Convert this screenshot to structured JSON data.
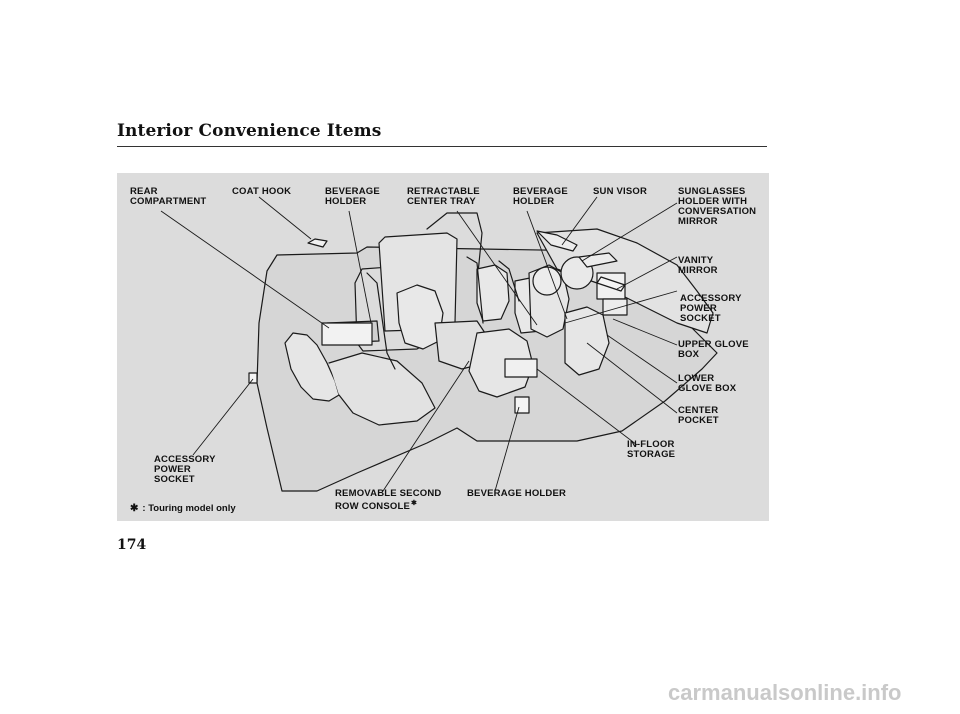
{
  "page": {
    "title": "Interior Convenience Items",
    "page_number": "174",
    "watermark": "carmanualsonline.info"
  },
  "figure": {
    "labels": {
      "rear_compartment": "REAR\nCOMPARTMENT",
      "coat_hook": "COAT HOOK",
      "beverage_holder_1": "BEVERAGE\nHOLDER",
      "retractable_center_tray": "RETRACTABLE\nCENTER TRAY",
      "beverage_holder_2": "BEVERAGE\nHOLDER",
      "sun_visor": "SUN VISOR",
      "sunglasses_holder": "SUNGLASSES\nHOLDER WITH\nCONVERSATION\nMIRROR",
      "vanity_mirror": "VANITY\nMIRROR",
      "accessory_power_socket_front": "ACCESSORY\nPOWER\nSOCKET",
      "upper_glove_box": "UPPER GLOVE\nBOX",
      "lower_glove_box": "LOWER\nGLOVE BOX",
      "center_pocket": "CENTER\nPOCKET",
      "in_floor_storage": "IN-FLOOR\nSTORAGE",
      "accessory_power_socket_rear": "ACCESSORY\nPOWER\nSOCKET",
      "removable_second_row_console": "REMOVABLE SECOND\nROW CONSOLE",
      "beverage_holder_3": "BEVERAGE HOLDER"
    },
    "footnote_symbol": "✱",
    "footnote_text": ": Touring model only",
    "superscript_marker": "✱"
  }
}
